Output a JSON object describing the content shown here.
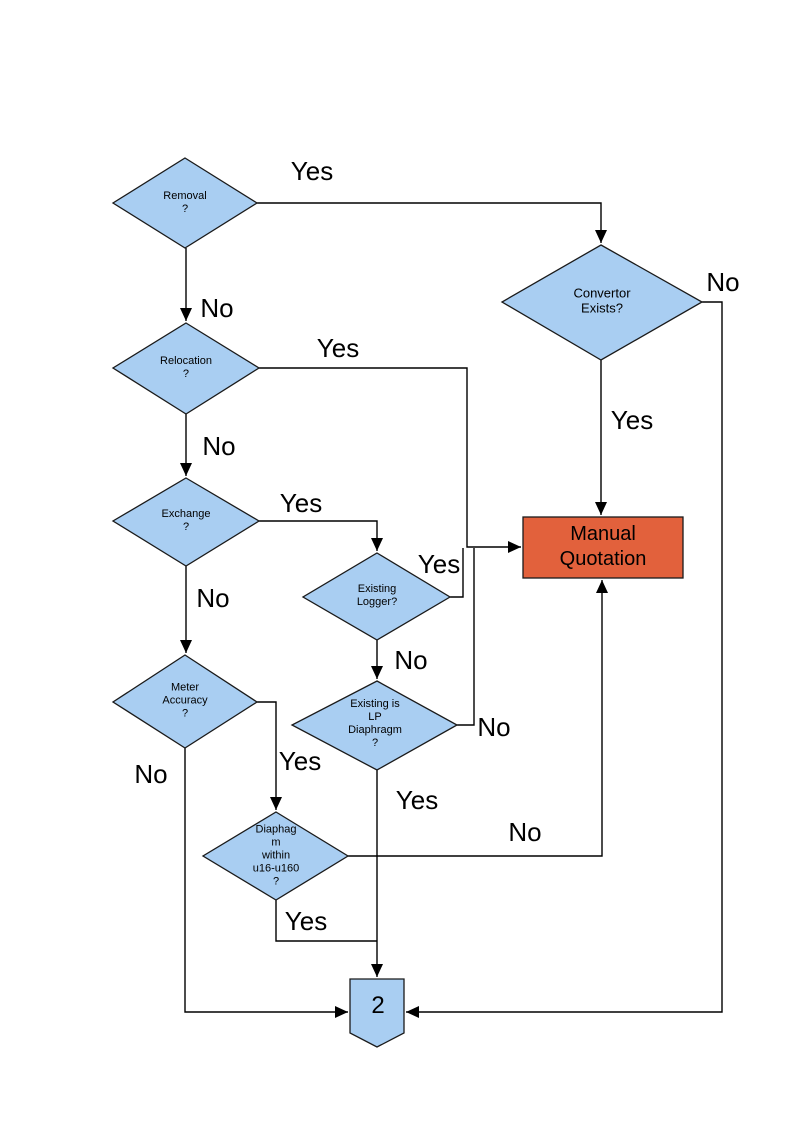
{
  "colors": {
    "node_fill": "#A9CEF2",
    "manual_fill": "#E2613C",
    "line": "#000000",
    "background": "#FFFFFF"
  },
  "nodes": {
    "removal": {
      "label": "Removal\n?"
    },
    "convertor": {
      "label": "Convertor\nExists?"
    },
    "relocation": {
      "label": "Relocation\n?"
    },
    "exchange": {
      "label": "Exchange\n?"
    },
    "existing_logger": {
      "label": "Existing\nLogger?"
    },
    "manual_quotation": {
      "label": "Manual\nQuotation"
    },
    "existing_lp": {
      "label": "Existing is\nLP\nDiaphragm\n?"
    },
    "meter_accuracy": {
      "label": "Meter\nAccuracy\n?"
    },
    "diaphragm_range": {
      "label": "Diaphag\nm\nwithin\nu16-u160\n?"
    },
    "connector_2": {
      "label": "2"
    }
  },
  "edge_labels": {
    "removal_yes": "Yes",
    "removal_no": "No",
    "convertor_no": "No",
    "convertor_yes": "Yes",
    "relocation_yes": "Yes",
    "relocation_no": "No",
    "exchange_yes": "Yes",
    "exchange_no": "No",
    "logger_yes": "Yes",
    "logger_no": "No",
    "lp_no": "No",
    "lp_yes": "Yes",
    "meter_yes": "Yes",
    "meter_no": "No",
    "diaphragm_no": "No",
    "diaphragm_yes": "Yes"
  }
}
